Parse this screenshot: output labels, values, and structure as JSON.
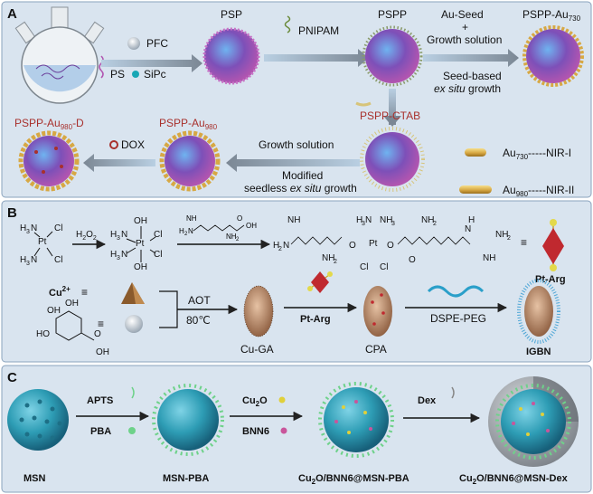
{
  "panel_a": {
    "letter": "A",
    "psp": "PSP",
    "pspp": "PSPP",
    "pspp_au730_base": "PSPP-Au",
    "pspp_au730_sub": "730",
    "pfc": "PFC",
    "ps": "PS",
    "sipc": "SiPc",
    "pnipam": "PNIPAM",
    "au_seed": "Au-Seed",
    "plus": "+",
    "growth_solution": "Growth solution",
    "seed_based": "Seed-based",
    "ex_situ_growth_em": "ex situ",
    "ex_situ_growth_rest": " growth",
    "pspp_ctab": "PSPP-CTAB",
    "pspp_au980_base": "PSPP-Au",
    "pspp_au980_sub": "980",
    "pspp_au980d_base": "PSPP-Au",
    "pspp_au980d_sub": "980",
    "pspp_au980d_suffix": "-D",
    "dox": "DOX",
    "growth_solution_2": "Growth solution",
    "modified": "Modified",
    "seedless_pre": "seedless ",
    "seedless_em": "ex situ",
    "seedless_post": " growth",
    "au730_base": "Au",
    "au730_sub": "730",
    "au730_suffix": "-----NIR-I",
    "au980_base": "Au",
    "au980_sub": "980",
    "au980_suffix": "-----NIR-II"
  },
  "panel_b": {
    "letter": "B",
    "h2o2": "H",
    "h2o2_sub": "2",
    "h2o2_o": "O",
    "h2o2_sub2": "2",
    "pt_arg": "Pt-Arg",
    "cu2plus": "Cu",
    "cu2plus_sup": "2+",
    "equiv": "≡",
    "aot": "AOT",
    "temp": "80℃",
    "cu_ga": "Cu-GA",
    "pt_arg_arrow": "Pt-Arg",
    "cpa": "CPA",
    "dspe_peg": "DSPE-PEG",
    "igbn": "IGBN"
  },
  "panel_c": {
    "letter": "C",
    "apts": "APTS",
    "pba": "PBA",
    "cu2o_base": "Cu",
    "cu2o_sub": "2",
    "cu2o_o": "O",
    "bnn6": "BNN6",
    "dex": "Dex",
    "msn": "MSN",
    "msn_pba": "MSN-PBA",
    "cu2o_bnn6_pba_a": "Cu",
    "cu2o_bnn6_pba_sub": "2",
    "cu2o_bnn6_pba_b": "O/BNN6@MSN-PBA",
    "cu2o_bnn6_dex_a": "Cu",
    "cu2o_bnn6_dex_sub": "2",
    "cu2o_bnn6_dex_b": "O/BNN6@MSN-Dex"
  },
  "colors": {
    "panel_bg": "#d9e4ef",
    "panel_border": "#8aa3bd",
    "arrow": "#7b8794",
    "arrow_blue": "#a7c4dc",
    "sphere_blue": "#3c7fc6",
    "sphere_purple": "#b155b0",
    "gold": "#d7a844",
    "msn_teal": "#2e9db5",
    "bead_green": "#6ed28a",
    "label_red": "#a8302c"
  }
}
